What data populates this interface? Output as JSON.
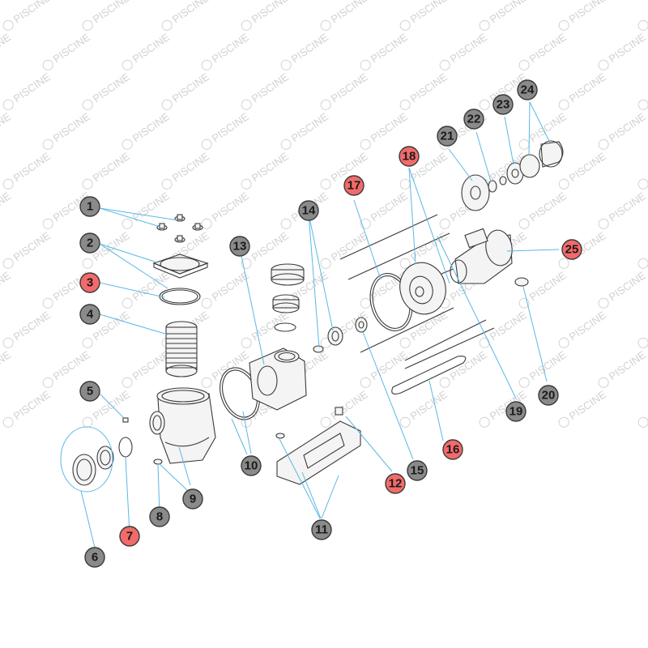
{
  "watermark_text": "PISCINE",
  "colors": {
    "callout_normal": "#8a8a8a",
    "callout_highlight": "#f26a6a",
    "leader": "#5bb8e3",
    "watermark": "#d2d2d2"
  },
  "callouts": [
    {
      "label": "1",
      "highlight": false
    },
    {
      "label": "2",
      "highlight": false
    },
    {
      "label": "3",
      "highlight": true
    },
    {
      "label": "4",
      "highlight": false
    },
    {
      "label": "5",
      "highlight": false
    },
    {
      "label": "6",
      "highlight": false
    },
    {
      "label": "7",
      "highlight": true
    },
    {
      "label": "8",
      "highlight": false
    },
    {
      "label": "9",
      "highlight": false
    },
    {
      "label": "10",
      "highlight": false
    },
    {
      "label": "11",
      "highlight": false
    },
    {
      "label": "12",
      "highlight": true
    },
    {
      "label": "13",
      "highlight": false
    },
    {
      "label": "14",
      "highlight": false
    },
    {
      "label": "15",
      "highlight": false
    },
    {
      "label": "16",
      "highlight": true
    },
    {
      "label": "17",
      "highlight": true
    },
    {
      "label": "18",
      "highlight": true
    },
    {
      "label": "19",
      "highlight": false
    },
    {
      "label": "20",
      "highlight": false
    },
    {
      "label": "21",
      "highlight": false
    },
    {
      "label": "22",
      "highlight": false
    },
    {
      "label": "23",
      "highlight": false
    },
    {
      "label": "24",
      "highlight": false
    },
    {
      "label": "25",
      "highlight": true
    }
  ]
}
